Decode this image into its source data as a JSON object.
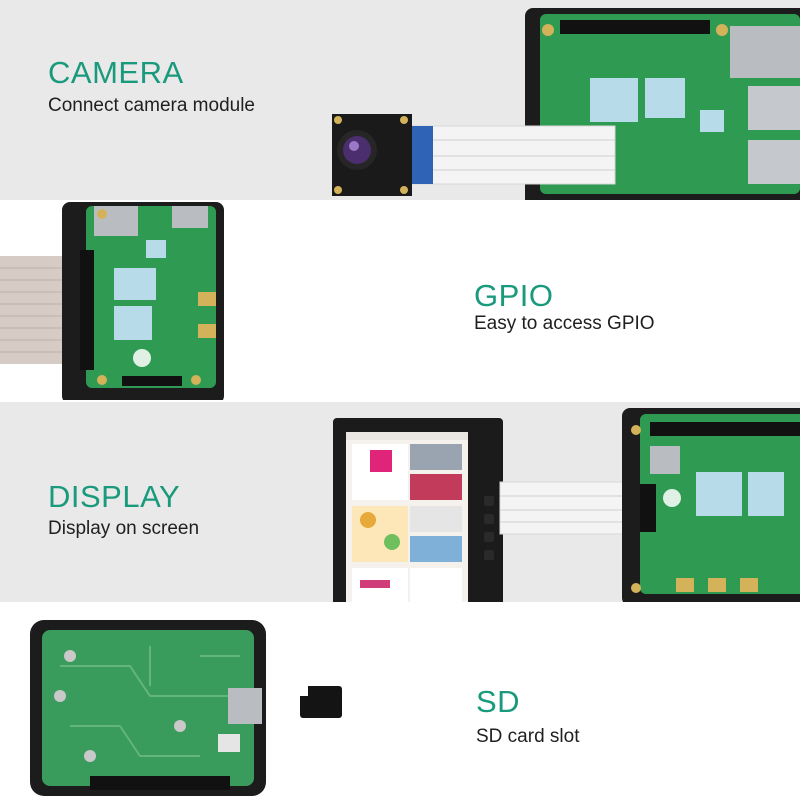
{
  "sections": [
    {
      "title": "CAMERA",
      "subtitle": "Connect camera module"
    },
    {
      "title": "GPIO",
      "subtitle": "Easy to access GPIO"
    },
    {
      "title": "DISPLAY",
      "subtitle": "Display on screen"
    },
    {
      "title": "SD",
      "subtitle": "SD card slot"
    }
  ],
  "colors": {
    "accent": "#1a9a7c",
    "board": "#2e9a52",
    "case": "#1c1c1c",
    "band": "#e9e9ea"
  }
}
